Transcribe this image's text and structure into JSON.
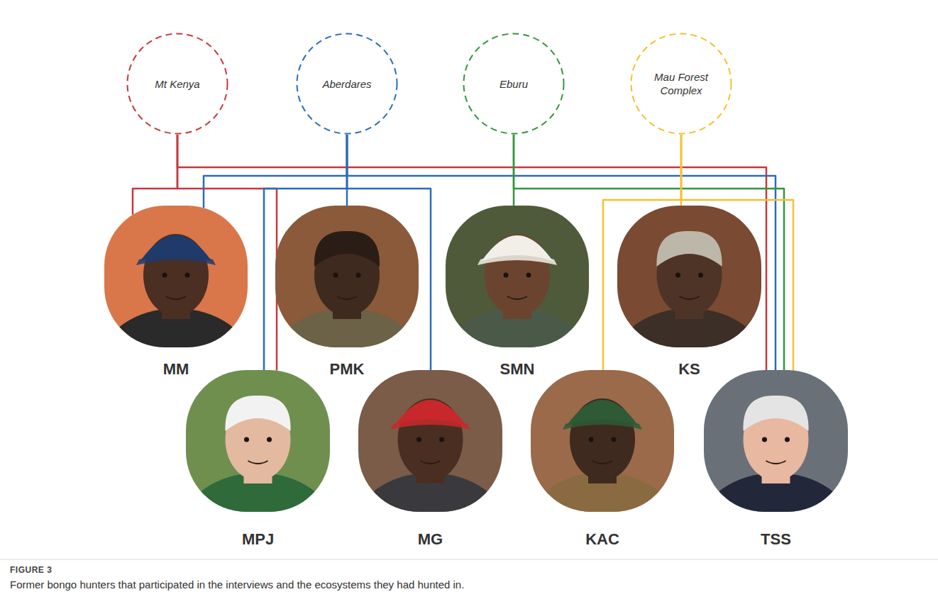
{
  "diagram": {
    "caption": "Former bongo hunters that participated in the interviews and the ecosystems they had hunted in.",
    "nodes": [
      {
        "text": [
          "Mt Kenya"
        ]
      },
      {
        "text": [
          "Aberdares"
        ]
      },
      {
        "text": [
          "Eburu"
        ]
      },
      {
        "text": [
          "Mau Forest Complex"
        ]
      },
      {
        "text": [
          "MM"
        ]
      },
      {
        "text": [
          "PMK"
        ]
      },
      {
        "text": [
          "SMN"
        ]
      },
      {
        "text": [
          "KS"
        ]
      },
      {
        "text": [
          "MPJ"
        ]
      },
      {
        "text": [
          "MG"
        ]
      },
      {
        "text": [
          "KAC"
        ]
      },
      {
        "text": [
          "TSS"
        ]
      }
    ],
    "edges": [
      {
        "from": 0,
        "to": 4,
        "arrow": "none"
      },
      {
        "from": 0,
        "to": 8,
        "arrow": "none"
      },
      {
        "from": 0,
        "to": 11,
        "arrow": "none"
      },
      {
        "from": 1,
        "to": 4,
        "arrow": "none"
      },
      {
        "from": 1,
        "to": 5,
        "arrow": "none"
      },
      {
        "from": 1,
        "to": 8,
        "arrow": "none"
      },
      {
        "from": 1,
        "to": 9,
        "arrow": "none"
      },
      {
        "from": 1,
        "to": 11,
        "arrow": "none"
      },
      {
        "from": 2,
        "to": 6,
        "arrow": "none"
      },
      {
        "from": 2,
        "to": 11,
        "arrow": "none"
      },
      {
        "from": 3,
        "to": 7,
        "arrow": "none"
      },
      {
        "from": 3,
        "to": 10,
        "arrow": "none"
      },
      {
        "from": 3,
        "to": 11,
        "arrow": "none"
      }
    ],
    "labels": [
      "FIGURE 3"
    ]
  }
}
